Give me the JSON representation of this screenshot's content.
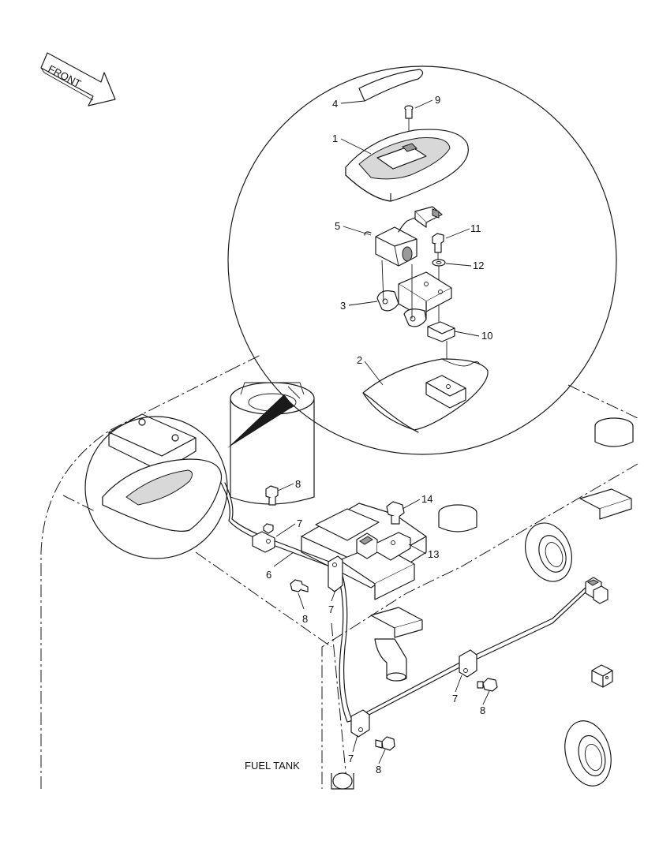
{
  "diagram": {
    "front_label": "FRONT",
    "fuel_tank_label": "FUEL TANK",
    "callouts": {
      "c1": "1",
      "c2": "2",
      "c3": "3",
      "c4": "4",
      "c5": "5",
      "c6": "6",
      "c7a": "7",
      "c7b": "7",
      "c7c": "7",
      "c7d": "7",
      "c8a": "8",
      "c8b": "8",
      "c8c": "8",
      "c8d": "8",
      "c9": "9",
      "c10": "10",
      "c11": "11",
      "c12": "12",
      "c13": "13",
      "c14": "14"
    }
  }
}
